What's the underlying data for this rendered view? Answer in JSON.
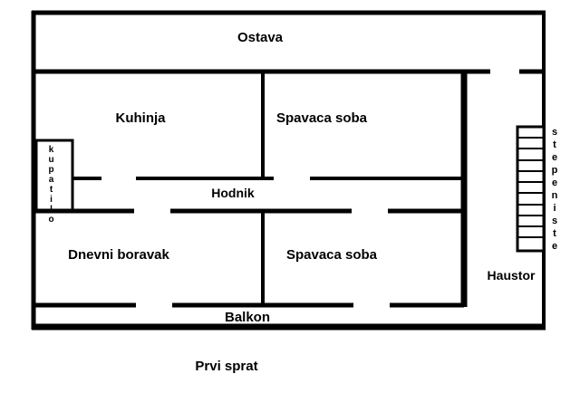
{
  "labels": {
    "ostava": "Ostava",
    "kuhinja": "Kuhinja",
    "spavaca_soba_top": "Spavaca soba",
    "kupatilo": "kupatilo",
    "hodnik": "Hodnik",
    "dnevni_boravak": "Dnevni boravak",
    "spavaca_soba_bottom": "Spavaca soba",
    "haustor": "Haustor",
    "stepeniste": "stepeniste",
    "balkon": "Balkon",
    "floor_title": "Prvi sprat"
  },
  "colors": {
    "wall": "#000000",
    "background": "#ffffff",
    "text": "#000000"
  }
}
